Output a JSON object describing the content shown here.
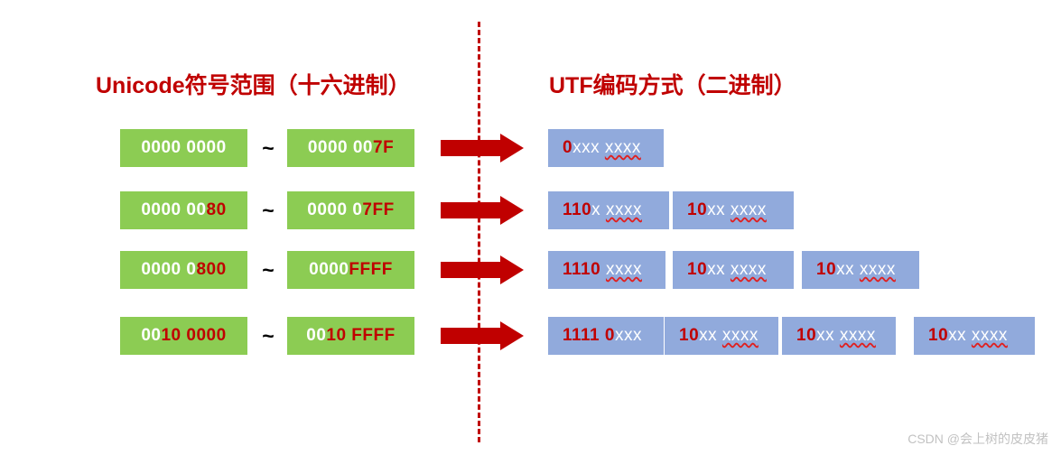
{
  "titles": {
    "left": "Unicode符号范围（十六进制）",
    "right": "UTF编码方式（二进制）"
  },
  "colors": {
    "title_red": "#c00000",
    "range_box_green": "#8CCC53",
    "encoding_box_blue": "#91AADC",
    "highlight_red": "#c00000",
    "squiggle_red": "#e02020",
    "divider_red": "#c00000",
    "watermark_gray": "#c2c2c2"
  },
  "separator": "~",
  "rows": [
    {
      "range_start": {
        "plain": "0000 0000",
        "highlight": ""
      },
      "range_end": {
        "plain": "0000 00",
        "highlight": "7F"
      },
      "encoding": [
        {
          "highlight": "0",
          "plain": "xxx ",
          "squiggle": "xxxx",
          "width": 128
        }
      ]
    },
    {
      "range_start": {
        "plain": "0000 00",
        "highlight": "80"
      },
      "range_end": {
        "plain": "0000 0",
        "highlight": "7FF"
      },
      "encoding": [
        {
          "highlight": "110",
          "plain": "x ",
          "squiggle": "xxxx",
          "width": 134
        },
        {
          "highlight": "10",
          "plain": "xx ",
          "squiggle": "xxxx",
          "width": 134
        }
      ]
    },
    {
      "range_start": {
        "plain": "0000 0",
        "highlight": "800"
      },
      "range_end": {
        "plain": "0000 ",
        "highlight": "FFFF"
      },
      "encoding": [
        {
          "highlight": "1110 ",
          "plain": "",
          "squiggle": "xxxx",
          "width": 130
        },
        {
          "highlight": "10",
          "plain": "xx ",
          "squiggle": "xxxx",
          "width": 134
        },
        {
          "highlight": "10",
          "plain": "xx ",
          "squiggle": "xxxx",
          "width": 130
        }
      ]
    },
    {
      "range_start": {
        "plain": "00",
        "highlight": "10 0000"
      },
      "range_end": {
        "plain": "00",
        "highlight": "10 FFFF"
      },
      "encoding": [
        {
          "highlight": "1111 0",
          "plain": "xxx",
          "squiggle": "",
          "width": 128
        },
        {
          "highlight": "10",
          "plain": "xx ",
          "squiggle": "xxxx",
          "width": 126
        },
        {
          "highlight": "10",
          "plain": "xx ",
          "squiggle": "xxxx",
          "width": 126
        },
        {
          "highlight": "10",
          "plain": "xx ",
          "squiggle": "xxxx",
          "width": 134
        }
      ]
    }
  ],
  "row_box_offsets": [
    [
      607
    ],
    [
      607,
      745
    ],
    [
      607,
      745,
      888
    ],
    [
      607,
      736,
      866,
      1012
    ]
  ],
  "watermark": "CSDN @会上树的皮皮猪"
}
